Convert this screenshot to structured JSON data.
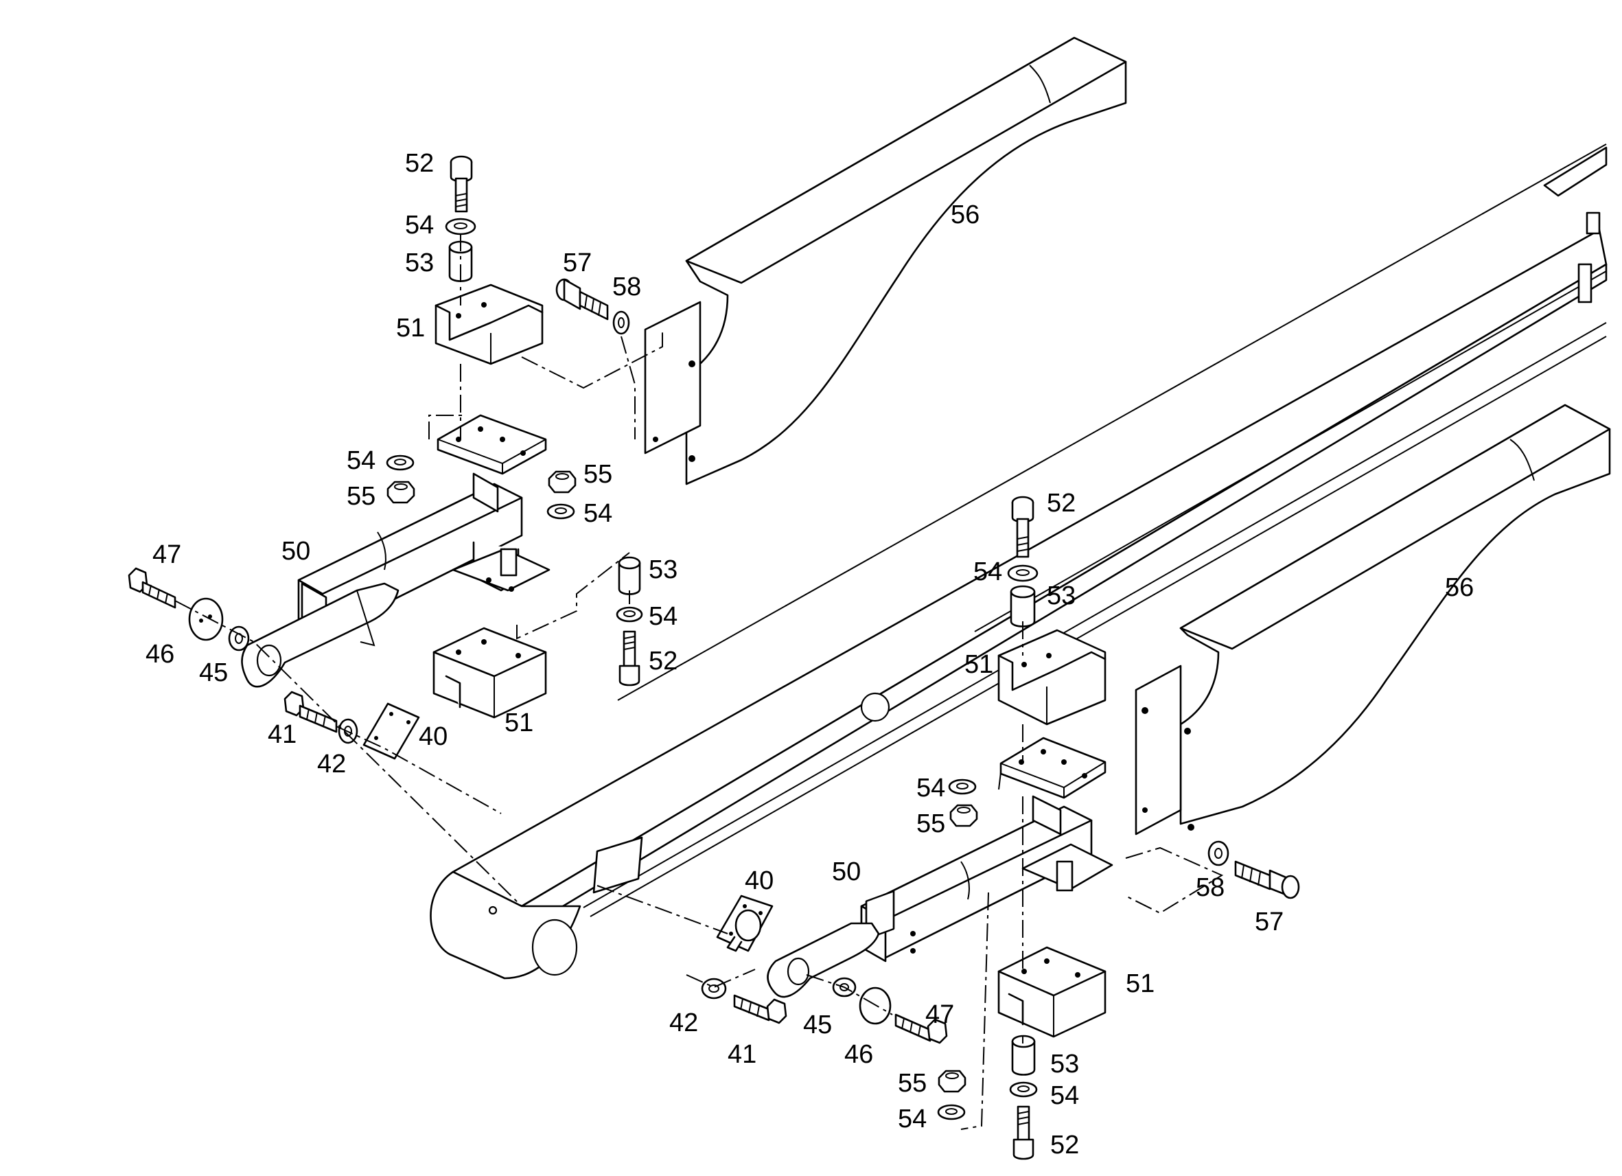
{
  "callouts": [
    {
      "id": "c1",
      "text": "52"
    },
    {
      "id": "c2",
      "text": "54"
    },
    {
      "id": "c3",
      "text": "53"
    },
    {
      "id": "c4",
      "text": "51"
    },
    {
      "id": "c5",
      "text": "57"
    },
    {
      "id": "c6",
      "text": "58"
    },
    {
      "id": "c7",
      "text": "56"
    },
    {
      "id": "c8",
      "text": "54"
    },
    {
      "id": "c9",
      "text": "55"
    },
    {
      "id": "c10",
      "text": "55"
    },
    {
      "id": "c11",
      "text": "54"
    },
    {
      "id": "c12",
      "text": "47"
    },
    {
      "id": "c13",
      "text": "50"
    },
    {
      "id": "c14",
      "text": "46"
    },
    {
      "id": "c15",
      "text": "45"
    },
    {
      "id": "c16",
      "text": "53"
    },
    {
      "id": "c17",
      "text": "54"
    },
    {
      "id": "c18",
      "text": "52"
    },
    {
      "id": "c19",
      "text": "51"
    },
    {
      "id": "c20",
      "text": "41"
    },
    {
      "id": "c21",
      "text": "42"
    },
    {
      "id": "c22",
      "text": "40"
    },
    {
      "id": "c23",
      "text": "52"
    },
    {
      "id": "c24",
      "text": "54"
    },
    {
      "id": "c25",
      "text": "53"
    },
    {
      "id": "c26",
      "text": "51"
    },
    {
      "id": "c27",
      "text": "56"
    },
    {
      "id": "c28",
      "text": "54"
    },
    {
      "id": "c29",
      "text": "55"
    },
    {
      "id": "c30",
      "text": "50"
    },
    {
      "id": "c31",
      "text": "40"
    },
    {
      "id": "c32",
      "text": "58"
    },
    {
      "id": "c33",
      "text": "57"
    },
    {
      "id": "c34",
      "text": "51"
    },
    {
      "id": "c35",
      "text": "42"
    },
    {
      "id": "c36",
      "text": "41"
    },
    {
      "id": "c37",
      "text": "45"
    },
    {
      "id": "c38",
      "text": "46"
    },
    {
      "id": "c39",
      "text": "47"
    },
    {
      "id": "c40",
      "text": "53"
    },
    {
      "id": "c41",
      "text": "55"
    },
    {
      "id": "c42",
      "text": "54"
    },
    {
      "id": "c43",
      "text": "54"
    },
    {
      "id": "c44",
      "text": "52"
    }
  ]
}
